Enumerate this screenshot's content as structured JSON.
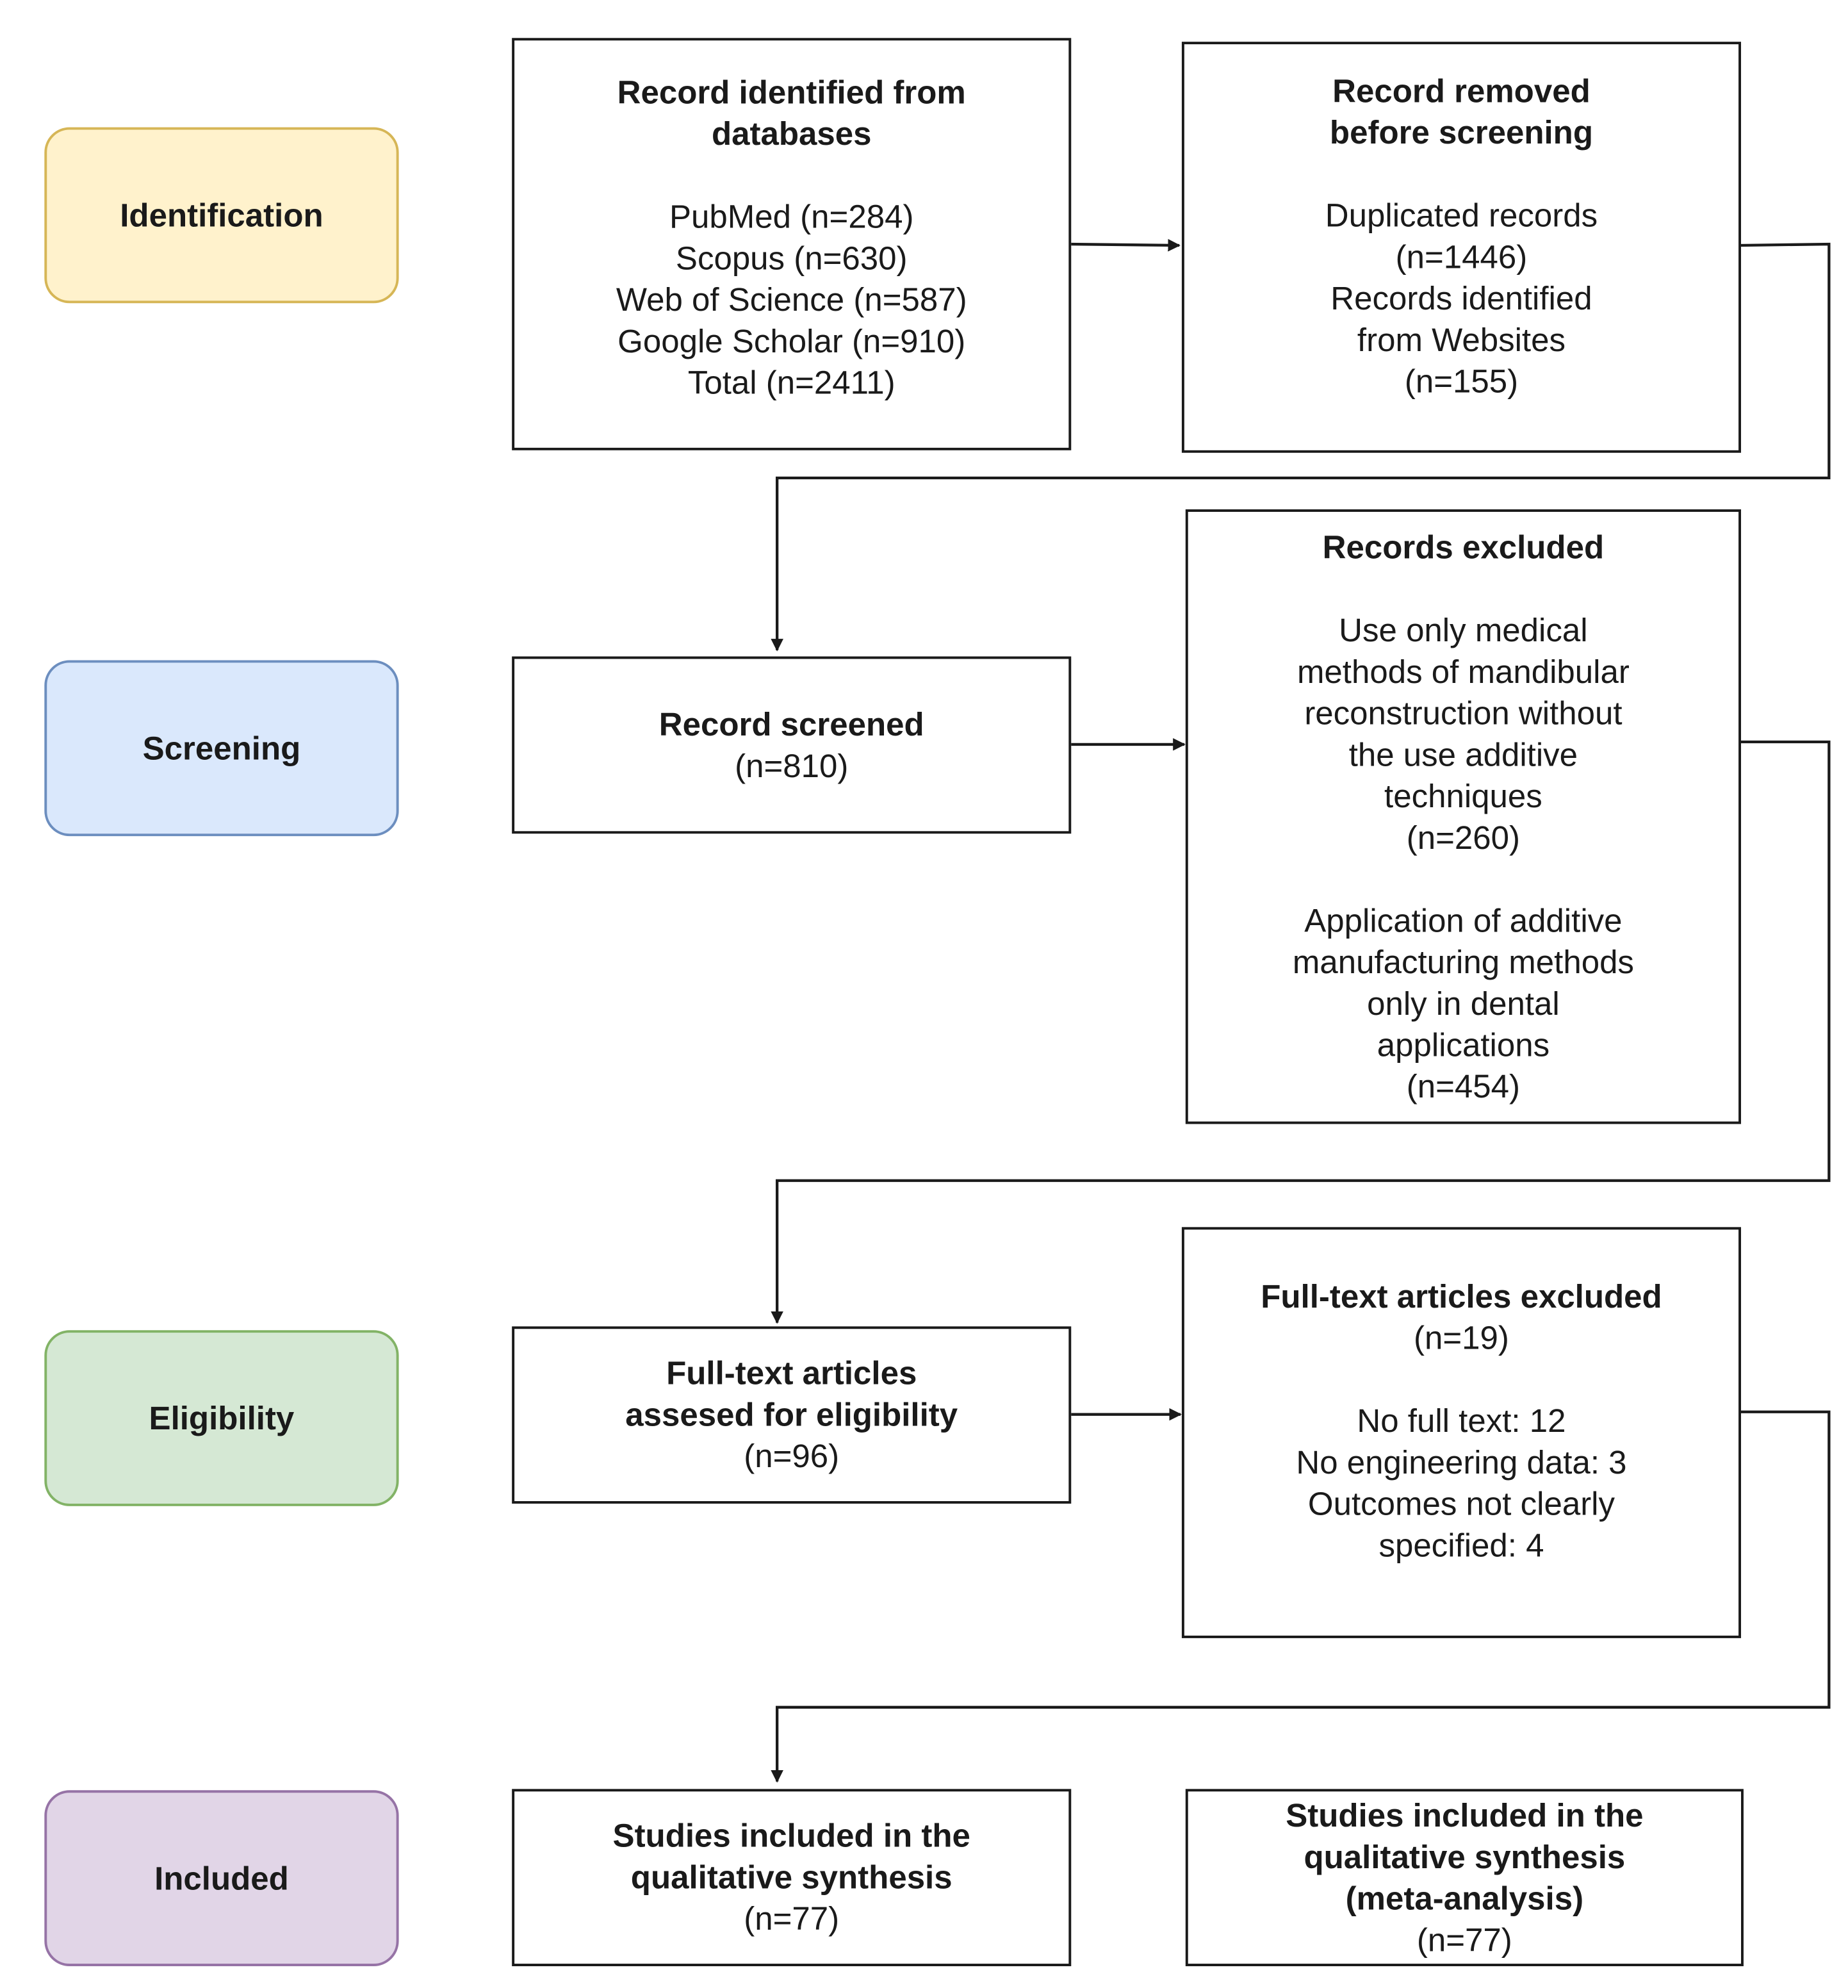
{
  "phases": {
    "identification": "Identification",
    "screening": "Screening",
    "eligibility": "Eligibility",
    "included": "Included"
  },
  "identified": {
    "title": [
      "Record identified from",
      "databases"
    ],
    "lines": [
      "PubMed (n=284)",
      "Scopus (n=630)",
      "Web of Science (n=587)",
      "Google Scholar (n=910)",
      "Total (n=2411)"
    ]
  },
  "removed": {
    "title": [
      "Record removed",
      "before screening"
    ],
    "lines": [
      "Duplicated records",
      "(n=1446)",
      "Records identified",
      "from Websites",
      "(n=155)"
    ]
  },
  "screened": {
    "title": "Record screened",
    "count": "(n=810)"
  },
  "records_excluded": {
    "title": "Records excluded",
    "reason1": [
      "Use only medical",
      "methods of mandibular",
      "reconstruction without",
      "the use additive",
      "techniques",
      "(n=260)"
    ],
    "reason2": [
      "Application of additive",
      "manufacturing methods",
      "only in dental",
      "applications",
      "(n=454)"
    ]
  },
  "fulltext_assessed": {
    "title": [
      "Full-text articles",
      "assesed for eligibility"
    ],
    "count": "(n=96)"
  },
  "fulltext_excluded": {
    "title": "Full-text articles excluded",
    "count": "(n=19)",
    "lines": [
      "No full text: 12",
      "No engineering data: 3",
      "Outcomes not clearly",
      "specified: 4"
    ]
  },
  "included_qualitative": {
    "title": [
      "Studies included in the",
      "qualitative synthesis"
    ],
    "count": "(n=77)"
  },
  "included_meta": {
    "title": [
      "Studies included in the",
      "qualitative synthesis",
      "(meta-analysis)"
    ],
    "count": "(n=77)"
  }
}
